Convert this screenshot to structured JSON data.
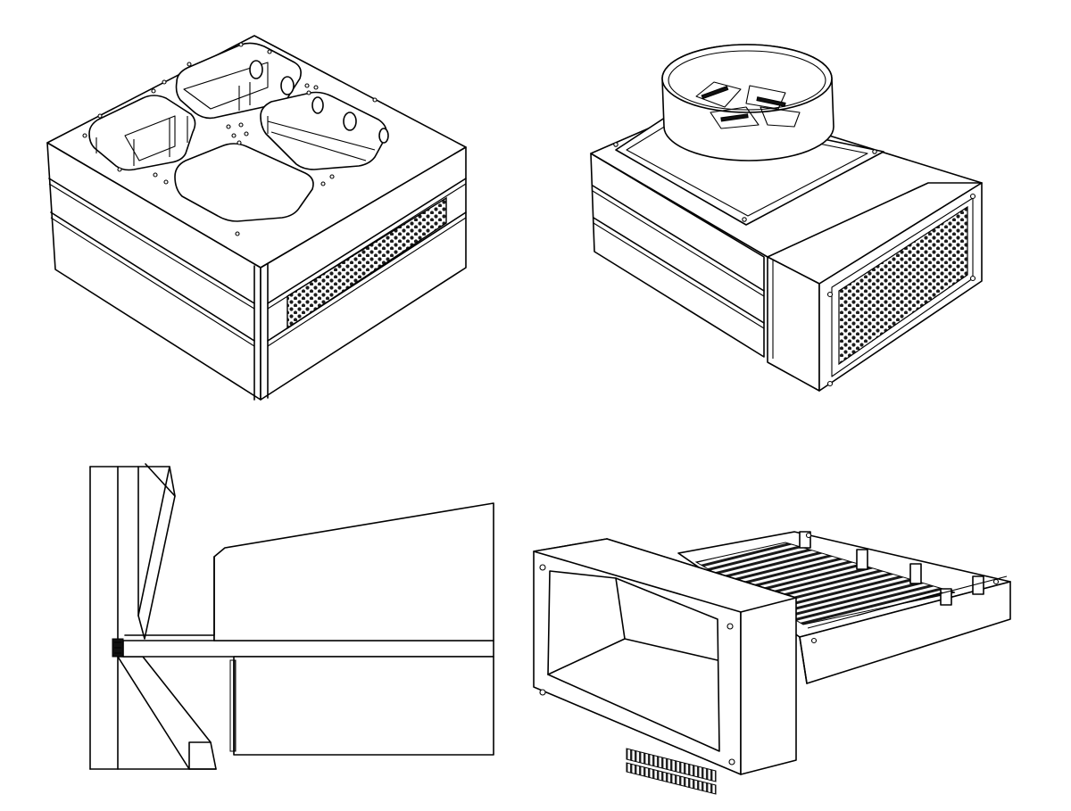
{
  "sheet": {
    "views": [
      {
        "id": "view-top-left",
        "subject": "open-top-enclosure-with-four-chambers"
      },
      {
        "id": "view-top-right",
        "subject": "fan-housing-with-round-collar-and-side-grille"
      },
      {
        "id": "view-bottom-left",
        "subject": "closeup-panel-slot-joint"
      },
      {
        "id": "view-bottom-right",
        "subject": "front-frame-with-finned-slide-out-tray"
      }
    ],
    "colors": {
      "line": "#000000",
      "background": "#ffffff"
    },
    "icons": [
      "hex-grille-icon",
      "mounting-hole-icon",
      "fan-blade-icon",
      "heat-fin-icon"
    ]
  }
}
